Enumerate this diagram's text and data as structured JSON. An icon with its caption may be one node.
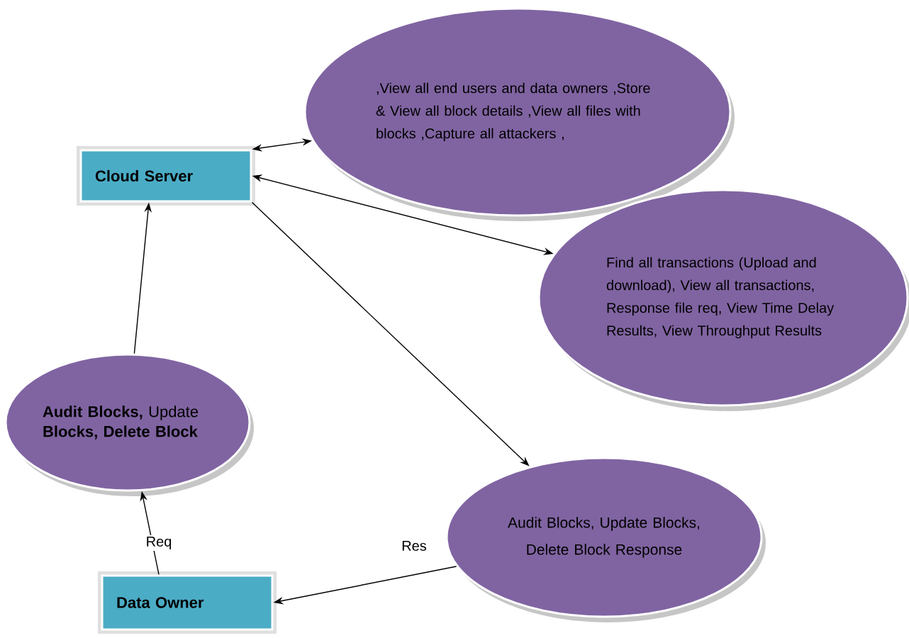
{
  "diagram": {
    "nodes": [
      {
        "text": [
          "Cloud Server"
        ]
      },
      {
        "text": [
          ",View all end users and data owners ,Store & View all block details ,View all files with blocks ,Capture all attackers ,"
        ]
      },
      {
        "text": [
          "Find all transactions (Upload and download), View all transactions, Response file req, View Time Delay Results, View Throughput Results"
        ]
      },
      {
        "text": [
          "**Audit Blocks,** Update **Blocks, Delete Block**"
        ]
      },
      {
        "text": [
          "Audit Blocks, Update Blocks, Delete Block Response"
        ]
      },
      {
        "text": [
          "Data Owner"
        ]
      }
    ],
    "edges": [
      {
        "from": 0,
        "to": 1,
        "arrow": "both"
      },
      {
        "from": 0,
        "to": 2,
        "arrow": "both"
      },
      {
        "from": 0,
        "to": 4,
        "arrow": "to"
      },
      {
        "from": 3,
        "to": 0,
        "arrow": "to"
      },
      {
        "from": 5,
        "to": 3,
        "arrow": "to",
        "label": "Req"
      },
      {
        "from": 4,
        "to": 5,
        "arrow": "to",
        "label": "Res"
      }
    ]
  }
}
